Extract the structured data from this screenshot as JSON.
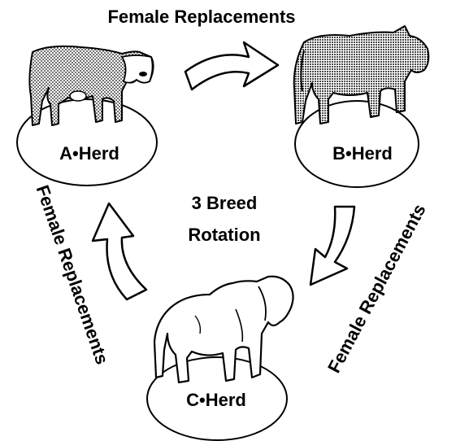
{
  "top_label": "Female Replacements",
  "left_label": "Female Replacements",
  "right_label": "Female Replacements",
  "center_label": {
    "line1": "3 Breed",
    "line2": "Rotation"
  },
  "herds": {
    "a": "A•Herd",
    "b": "B•Herd",
    "c": "C•Herd"
  },
  "icons": {
    "a": "hereford-cow-icon",
    "b": "bull-icon",
    "c": "brahman-bull-icon"
  }
}
